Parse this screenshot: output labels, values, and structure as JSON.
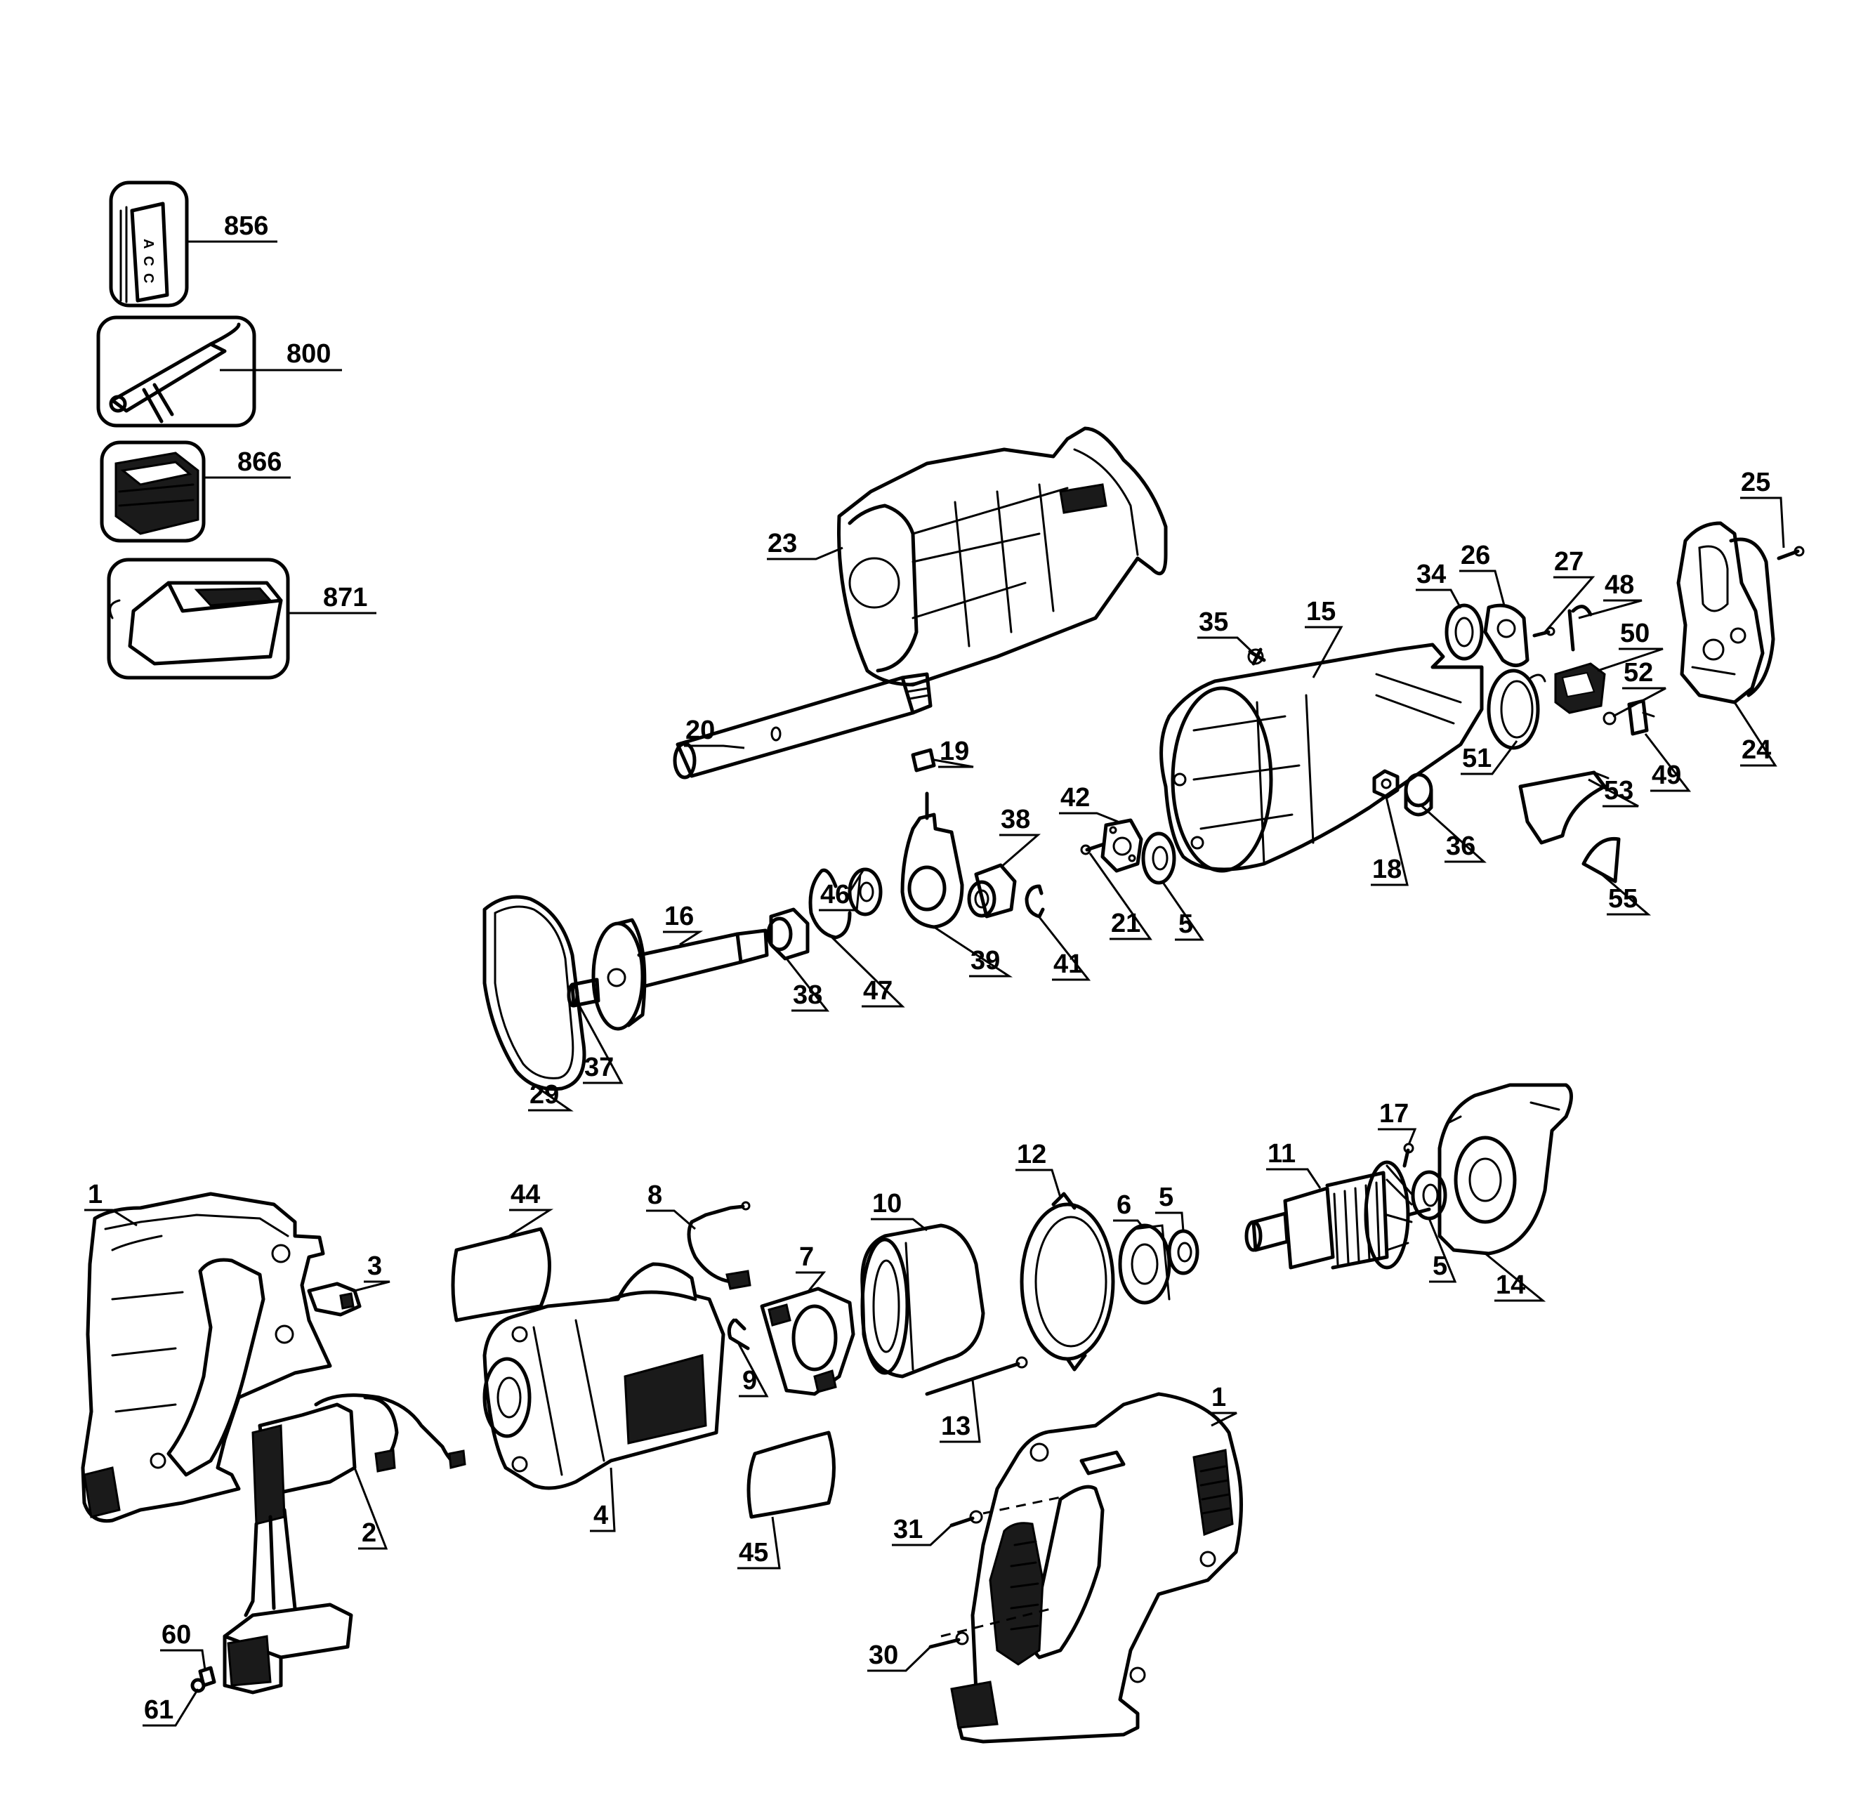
{
  "inset_box_text": "ACC",
  "callouts": [
    {
      "id": "856",
      "label": "856"
    },
    {
      "id": "800",
      "label": "800"
    },
    {
      "id": "866",
      "label": "866"
    },
    {
      "id": "871",
      "label": "871"
    },
    {
      "id": "23",
      "label": "23"
    },
    {
      "id": "25",
      "label": "25"
    },
    {
      "id": "34",
      "label": "34"
    },
    {
      "id": "26",
      "label": "26"
    },
    {
      "id": "27",
      "label": "27"
    },
    {
      "id": "48",
      "label": "48"
    },
    {
      "id": "35",
      "label": "35"
    },
    {
      "id": "15",
      "label": "15"
    },
    {
      "id": "50",
      "label": "50"
    },
    {
      "id": "52",
      "label": "52"
    },
    {
      "id": "24",
      "label": "24"
    },
    {
      "id": "20",
      "label": "20"
    },
    {
      "id": "19",
      "label": "19"
    },
    {
      "id": "51",
      "label": "51"
    },
    {
      "id": "49",
      "label": "49"
    },
    {
      "id": "53",
      "label": "53"
    },
    {
      "id": "38a",
      "label": "38"
    },
    {
      "id": "42",
      "label": "42"
    },
    {
      "id": "46",
      "label": "46"
    },
    {
      "id": "36",
      "label": "36"
    },
    {
      "id": "18",
      "label": "18"
    },
    {
      "id": "55",
      "label": "55"
    },
    {
      "id": "16",
      "label": "16"
    },
    {
      "id": "21",
      "label": "21"
    },
    {
      "id": "5a",
      "label": "5"
    },
    {
      "id": "39",
      "label": "39"
    },
    {
      "id": "41",
      "label": "41"
    },
    {
      "id": "38b",
      "label": "38"
    },
    {
      "id": "47",
      "label": "47"
    },
    {
      "id": "37",
      "label": "37"
    },
    {
      "id": "29",
      "label": "29"
    },
    {
      "id": "17",
      "label": "17"
    },
    {
      "id": "12",
      "label": "12"
    },
    {
      "id": "11",
      "label": "11"
    },
    {
      "id": "44",
      "label": "44"
    },
    {
      "id": "8",
      "label": "8"
    },
    {
      "id": "10",
      "label": "10"
    },
    {
      "id": "6",
      "label": "6"
    },
    {
      "id": "5b",
      "label": "5"
    },
    {
      "id": "1a",
      "label": "1"
    },
    {
      "id": "7",
      "label": "7"
    },
    {
      "id": "3",
      "label": "3"
    },
    {
      "id": "5c",
      "label": "5"
    },
    {
      "id": "14",
      "label": "14"
    },
    {
      "id": "9",
      "label": "9"
    },
    {
      "id": "13",
      "label": "13"
    },
    {
      "id": "1b",
      "label": "1"
    },
    {
      "id": "4",
      "label": "4"
    },
    {
      "id": "2",
      "label": "2"
    },
    {
      "id": "31",
      "label": "31"
    },
    {
      "id": "45",
      "label": "45"
    },
    {
      "id": "60",
      "label": "60"
    },
    {
      "id": "30",
      "label": "30"
    },
    {
      "id": "61",
      "label": "61"
    }
  ]
}
